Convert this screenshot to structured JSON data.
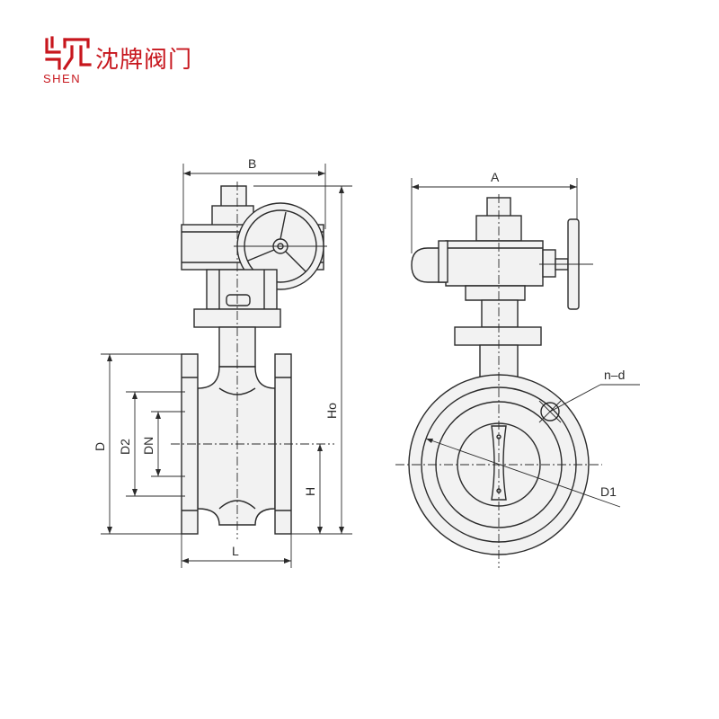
{
  "brand": {
    "name": "沈牌阀门",
    "latin": "SHEN",
    "color": "#c7161d"
  },
  "labels": {
    "B": "B",
    "A": "A",
    "Ho": "Ho",
    "D": "D",
    "D2": "D2",
    "DN": "DN",
    "H": "H",
    "L": "L",
    "nd": "n–d",
    "D1": "D1"
  },
  "colors": {
    "line": "#2b2b2b",
    "background": "#ffffff"
  }
}
